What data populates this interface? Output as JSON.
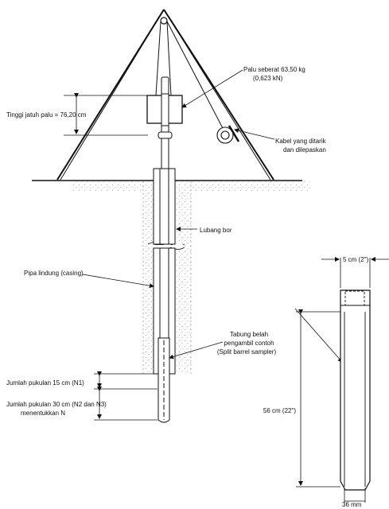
{
  "labels": {
    "hammer_weight_1": "Palu seberat 63,50 kg",
    "hammer_weight_2": "(0,623 kN)",
    "drop_height": "Tinggi jatuh palu = 76,20 cm",
    "cable_1": "Kabel yang ditarik",
    "cable_2": "dan dilepaskan",
    "borehole": "Lubang bor",
    "casing": "Pipa lindung (casing)",
    "sampler_1": "Tabung belah",
    "sampler_2": "pengambil contoh",
    "sampler_3": "(Split barrel sampler)",
    "blows_first": "Jumlah pukulan 15 cm (N1)",
    "blows_next_1": "Jumlah pukulan 30 cm (N2 dan N3)",
    "blows_next_2": "menentukkan N",
    "sampler_width": "5 cm (2\")",
    "sampler_length": "56 cm (22\")",
    "sampler_inner": "36 mm"
  },
  "colors": {
    "line": "#111111",
    "soil": "#8a8a8a"
  }
}
